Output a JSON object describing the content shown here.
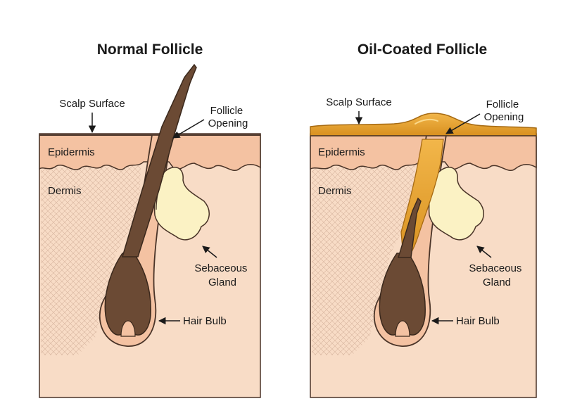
{
  "panels": [
    {
      "title": "Normal Follicle",
      "labels": {
        "scalp_surface": "Scalp Surface",
        "follicle_opening": [
          "Follicle",
          "Opening"
        ],
        "epidermis": "Epidermis",
        "dermis": "Dermis",
        "sebaceous_gland": [
          "Sebaceous",
          "Gland"
        ],
        "hair_bulb": "Hair Bulb"
      }
    },
    {
      "title": "Oil-Coated Follicle",
      "labels": {
        "scalp_surface": "Scalp Surface",
        "follicle_opening": [
          "Follicle",
          "Opening"
        ],
        "epidermis": "Epidermis",
        "dermis": "Dermis",
        "sebaceous_gland": [
          "Sebaceous",
          "Gland"
        ],
        "hair_bulb": "Hair Bulb"
      }
    }
  ],
  "colors": {
    "dermis": "#f8dcc6",
    "epidermis": "#f4c2a2",
    "hair": "#6b4a34",
    "gland": "#fbf2c4",
    "oil": "#e3a12e",
    "outline": "#4a3428"
  }
}
